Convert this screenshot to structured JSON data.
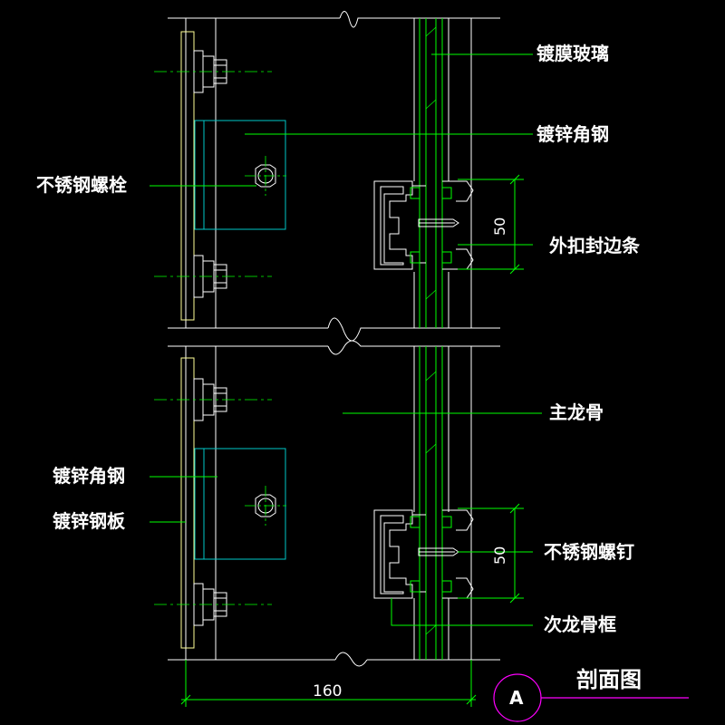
{
  "labels": {
    "coated_glass": "镀膜玻璃",
    "galv_angle_top": "镀锌角钢",
    "ss_bolt": "不锈钢螺栓",
    "outer_clip_strip": "外扣封边条",
    "main_keel": "主龙骨",
    "galv_angle_bottom": "镀锌角钢",
    "galv_steel_plate": "镀锌钢板",
    "ss_screw": "不锈钢螺钉",
    "secondary_keel_frame": "次龙骨框"
  },
  "dimensions": {
    "width": "160",
    "clip_height_top": "50",
    "clip_height_bottom": "50"
  },
  "section": {
    "mark": "A",
    "title": "剖面图"
  },
  "colors": {
    "background": "#000000",
    "structure": "#ffffff",
    "leader": "#00ff00",
    "glass": "#00ff00",
    "angle": "#00c8c8",
    "plate": "#ffff99",
    "centerline": "#00ff00",
    "section_mark": "#ff00ff"
  }
}
